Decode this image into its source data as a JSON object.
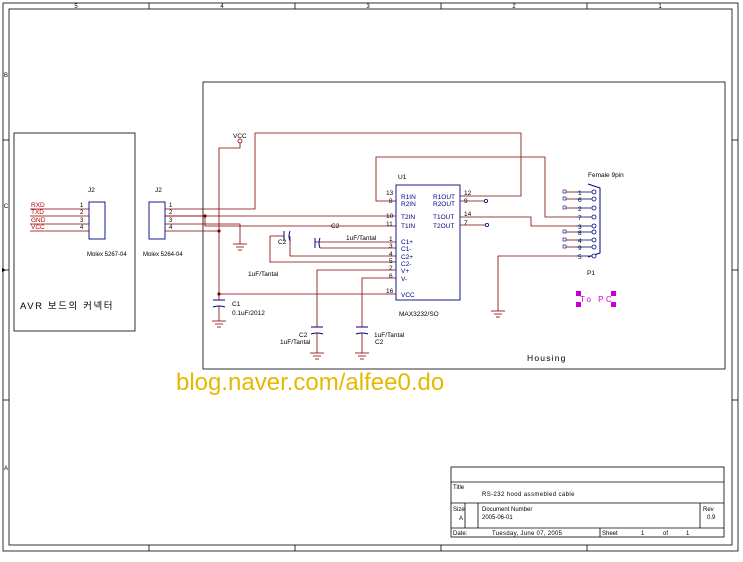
{
  "border": {
    "top_zones": [
      "5",
      "4",
      "3",
      "2",
      "1"
    ],
    "side_zones": [
      "B",
      "C",
      "A"
    ]
  },
  "wire_colors": {
    "schematic": "#800000",
    "text": "#000080",
    "border": "#000000",
    "watermark": "#e6b800",
    "marker": "#cc00cc"
  },
  "avr_box": {
    "label": "AVR 보드의 커넥터"
  },
  "j2_left": {
    "ref": "J2",
    "part": "Molex 5267-04",
    "signals": [
      "RXD",
      "TXD",
      "GND",
      "VCC"
    ],
    "pins": [
      "1",
      "2",
      "3",
      "4"
    ]
  },
  "j2_right": {
    "ref": "J2",
    "part": "Molex 5264-04",
    "pins": [
      "1",
      "2",
      "3",
      "4"
    ]
  },
  "housing": {
    "label": "Housing"
  },
  "vcc": {
    "label": "VCC"
  },
  "u1": {
    "ref": "U1",
    "part": "MAX3232/SO",
    "left_pins": [
      {
        "num": "13",
        "name": "R1IN"
      },
      {
        "num": "8",
        "name": "R2IN"
      },
      {
        "num": "10",
        "name": "T2IN"
      },
      {
        "num": "11",
        "name": "T1IN"
      },
      {
        "num": "1",
        "name": "C1+"
      },
      {
        "num": "3",
        "name": "C1-"
      },
      {
        "num": "4",
        "name": "C2+"
      },
      {
        "num": "5",
        "name": "C2-"
      },
      {
        "num": "2",
        "name": "V+"
      },
      {
        "num": "6",
        "name": "V-"
      },
      {
        "num": "16",
        "name": "VCC"
      }
    ],
    "right_pins": [
      {
        "num": "12",
        "name": "R1OUT"
      },
      {
        "num": "9",
        "name": "R2OUT"
      },
      {
        "num": "14",
        "name": "T1OUT"
      },
      {
        "num": "7",
        "name": "T2OUT"
      }
    ]
  },
  "capacitors": {
    "c2_top": {
      "ref": "C2",
      "value": "1uF/Tantal"
    },
    "c2_mid": {
      "ref": "C2",
      "value": "1uF/Tantal"
    },
    "c1": {
      "ref": "C1",
      "value": "0.1uF/2012"
    },
    "c2_bot_left": {
      "ref": "C2",
      "value": "1uF/Tantal"
    },
    "c2_bot_right": {
      "ref": "C2",
      "value": "1uF/Tantal"
    }
  },
  "p1": {
    "title": "Female 9pin",
    "ref": "P1",
    "pins": [
      "1",
      "6",
      "2",
      "7",
      "3",
      "8",
      "4",
      "9",
      "5"
    ]
  },
  "to_pc": {
    "label": "To PC"
  },
  "watermark": "blog.naver.com/alfee0.do",
  "title_block": {
    "title_label": "Title",
    "title": "RS-232 hood assmebled cable",
    "size_label": "Size",
    "size": "A",
    "docnum_label": "Document Number",
    "docnum": "2005-06-01",
    "rev_label": "Rev",
    "rev": "0.9",
    "date_label": "Date:",
    "date": "Tuesday, June 07, 2005",
    "sheet_label": "Sheet",
    "sheet": "1",
    "of_label": "of",
    "of": "1"
  }
}
